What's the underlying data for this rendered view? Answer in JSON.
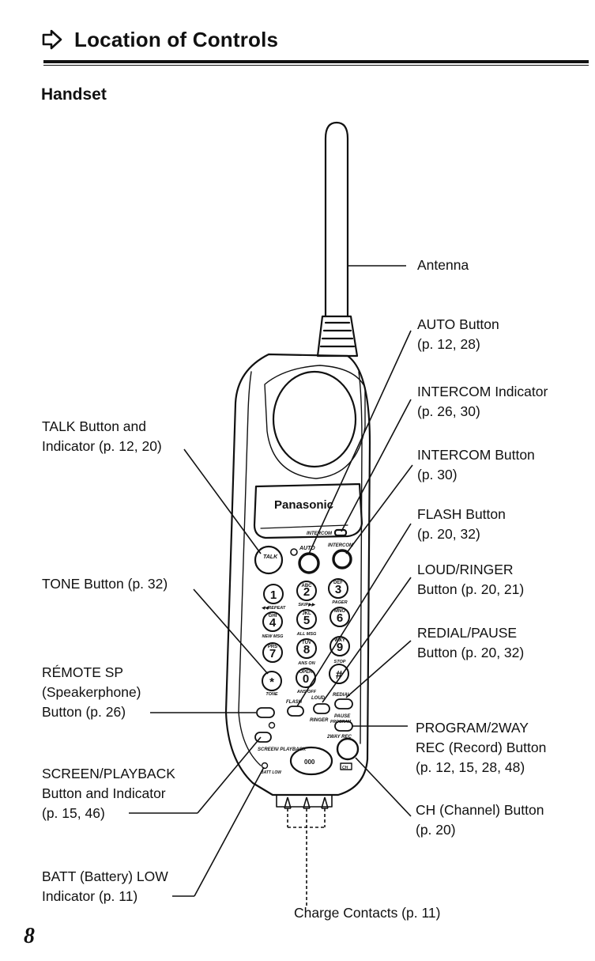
{
  "header": {
    "title": "Location of Controls",
    "subtitle": "Handset"
  },
  "labels_right": {
    "antenna": [
      "Antenna"
    ],
    "auto": [
      "AUTO Button",
      "(p. 12, 28)"
    ],
    "intercom_indicator": [
      "INTERCOM Indicator",
      "(p. 26, 30)"
    ],
    "intercom_button": [
      "INTERCOM Button",
      "(p. 30)"
    ],
    "flash": [
      "FLASH Button",
      "(p. 20, 32)"
    ],
    "loud_ringer": [
      "LOUD/RINGER",
      "Button (p. 20, 21)"
    ],
    "redial_pause": [
      "REDIAL/PAUSE",
      "Button (p. 20, 32)"
    ],
    "program_2way": [
      "PROGRAM/2WAY",
      "REC (Record) Button",
      "(p. 12, 15, 28, 48)"
    ],
    "ch": [
      "CH (Channel) Button",
      "(p. 20)"
    ]
  },
  "labels_left": {
    "talk": [
      "TALK Button and",
      "Indicator (p. 12, 20)"
    ],
    "tone": [
      "TONE Button (p. 32)"
    ],
    "remote_sp": [
      "RÉMOTE SP",
      "(Speakerphone)",
      "Button (p. 26)"
    ],
    "screen_playback": [
      "SCREEN/PLAYBACK",
      "Button and Indicator",
      "(p. 15, 46)"
    ],
    "batt_low": [
      "BATT (Battery) LOW",
      "Indicator (p. 11)"
    ]
  },
  "label_bottom": {
    "charge_contacts": "Charge Contacts (p. 11)"
  },
  "device": {
    "brand": "Panasonic",
    "intercom_led": "INTERCOM",
    "auto_btn": "AUTO",
    "intercom_btn": "INTERCOM",
    "talk_btn": "TALK",
    "keys": [
      {
        "digit": "1",
        "letters": "",
        "sub": "◀◀REPEAT"
      },
      {
        "digit": "2",
        "letters": "ABC",
        "sub": "SKIP▶▶"
      },
      {
        "digit": "3",
        "letters": "DEF",
        "sub": "PAGER"
      },
      {
        "digit": "4",
        "letters": "GHI",
        "sub": "NEW MSG"
      },
      {
        "digit": "5",
        "letters": "JKL",
        "sub": "ALL MSG"
      },
      {
        "digit": "6",
        "letters": "MNO",
        "sub": ""
      },
      {
        "digit": "7",
        "letters": "PRS",
        "sub": ""
      },
      {
        "digit": "8",
        "letters": "TUV",
        "sub": "ANS ON"
      },
      {
        "digit": "9",
        "letters": "WXY",
        "sub": "STOP"
      },
      {
        "digit": "*",
        "letters": "",
        "sub": "TONE"
      },
      {
        "digit": "0",
        "letters": "OPER",
        "sub": "ANS OFF"
      },
      {
        "digit": "#",
        "letters": "",
        "sub": ""
      }
    ],
    "flash_btn": "FLASH",
    "loud_btn": "LOUD",
    "ringer_btn": "RINGER",
    "redial_btn": "REDIAL",
    "pause_btn": "PAUSE",
    "program_btn": "PROGRAM",
    "twoway_btn": "2WAY REC",
    "ch_btn": "CH",
    "screen_btn": "SCREEN/ PLAYBACK",
    "batt_led": "BATT LOW"
  },
  "footer": {
    "page_number": "8"
  }
}
